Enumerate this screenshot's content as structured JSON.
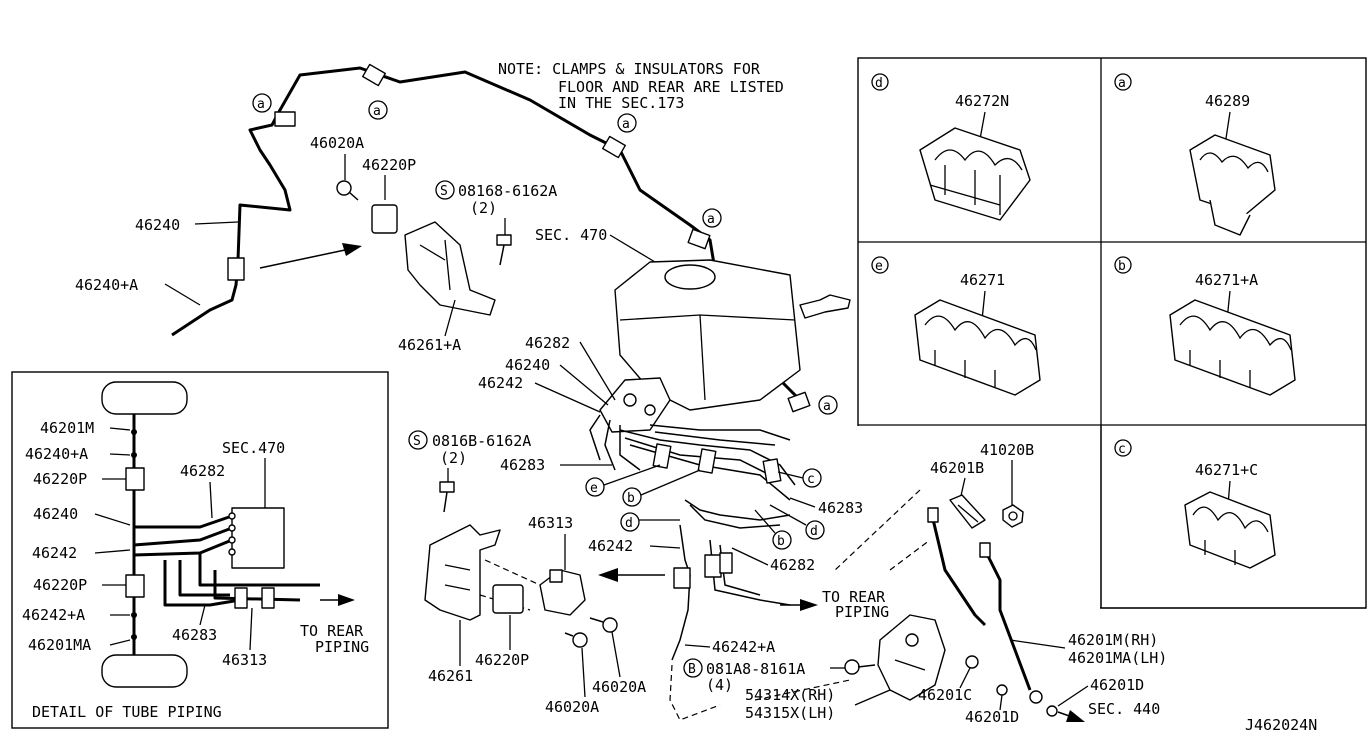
{
  "note": {
    "line1": "NOTE: CLAMPS & INSULATORS FOR",
    "line2": "FLOOR AND REAR ARE LISTED",
    "line3": "IN THE SEC.173"
  },
  "main_labels": {
    "p46020A_top": "46020A",
    "p46220P_top": "46220P",
    "bolt1_code": "08168-6162A",
    "bolt1_qty": "(2)",
    "p46240": "46240",
    "p46240A": "46240+A",
    "p46261A": "46261+A",
    "sec470": "SEC. 470",
    "p46282": "46282",
    "p46240b": "46240",
    "p46242": "46242",
    "p46283": "46283",
    "bolt2_code": "0816B-6162A",
    "bolt2_qty": "(2)",
    "p46313": "46313",
    "p46242b": "46242",
    "p46283b": "46283",
    "p46282b": "46282",
    "to_rear_1": "TO REAR",
    "to_rear_2": "PIPING",
    "p46242A": "46242+A",
    "bolt3_code": "081A8-8161A",
    "bolt3_qty": "(4)",
    "p46261": "46261",
    "p46220P_b": "46220P",
    "p46020A_b1": "46020A",
    "p46020A_b2": "46020A",
    "sensor1": "54314X(RH)",
    "sensor2": "54315X(LH)",
    "p46201C": "46201C",
    "p46201D_a": "46201D",
    "p46201D_b": "46201D",
    "hose1": "46201M(RH)",
    "hose2": "46201MA(LH)",
    "sec440": "SEC. 440",
    "p46201B": "46201B",
    "p41020B": "41020B",
    "diagram_id": "J462024N"
  },
  "circle_letters": {
    "a": "a",
    "b": "b",
    "c": "c",
    "d": "d",
    "e": "e",
    "s": "S",
    "bb": "B"
  },
  "clamps": [
    {
      "letter": "d",
      "part": "46272N"
    },
    {
      "letter": "a",
      "part": "46289"
    },
    {
      "letter": "e",
      "part": "46271"
    },
    {
      "letter": "b",
      "part": "46271+A"
    },
    {
      "letter": "c",
      "part": "46271+C"
    }
  ],
  "detail": {
    "title": "DETAIL OF TUBE PIPING",
    "sec470": "SEC.470",
    "p46282": "46282",
    "l1": "46201M",
    "l2": "46240+A",
    "l3": "46220P",
    "l4": "46240",
    "l5": "46242",
    "l6": "46220P",
    "l7": "46242+A",
    "l8": "46201MA",
    "p46283": "46283",
    "p46313": "46313",
    "to_rear_1": "TO REAR",
    "to_rear_2": "PIPING"
  }
}
